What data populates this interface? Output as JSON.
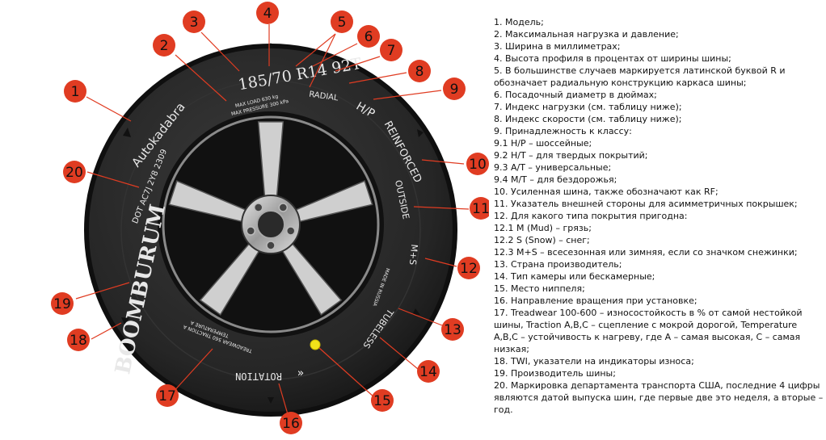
{
  "tire": {
    "size": "185/70 R14 92T",
    "load_line_1": "MAX LOAD 630 kg",
    "load_line_2": "MAX PRESSURE 300 kPa",
    "construction": "RADIAL",
    "class_code": "H/P",
    "reinforced": "REINFORCED",
    "outside": "OUTSIDE",
    "season": "M+S",
    "country": "MADE IN RUSSIA",
    "tubeless": "TUBELESS",
    "rotation": "ROTATION",
    "treadwear_line_1": "TREADWEAR 560 TRACTION A",
    "treadwear_line_2": "TEMPERATURE A",
    "brand": "BOOMBURUM",
    "dot": "DOT AC7J 2Y8 2309",
    "model": "Autokadabra"
  },
  "callouts": [
    "1",
    "2",
    "3",
    "4",
    "5",
    "6",
    "7",
    "8",
    "9",
    "10",
    "11",
    "12",
    "13",
    "14",
    "15",
    "16",
    "17",
    "18",
    "19",
    "20"
  ],
  "colors": {
    "callout": "#e03c22",
    "tire": "#2b2b2b",
    "rim": "#1a1a1a",
    "valve": "#f2e21a"
  },
  "legend": [
    "1. Модель;",
    "2. Максимальная нагрузка и давление;",
    "3. Ширина в миллиметрах;",
    "4. Высота профиля в процентах от ширины шины;",
    "5. В большинстве случаев маркируется латинской буквой R и обозначает радиальную конструкцию каркаса шины;",
    "6. Посадочный диаметр в дюймах;",
    "7. Индекс нагрузки (см. таблицу ниже);",
    "8. Индекс скорости (см. таблицу ниже);",
    "9. Принадлежность к классу:",
    "9.1 H/P – шоссейные;",
    "9.2 H/T – для твердых покрытий;",
    "9.3 A/T – универсальные;",
    "9.4 M/T – для бездорожья;",
    "10. Усиленная шина, также обозначают как RF;",
    "11. Указатель внешней стороны для асимметричных покрышек;",
    "12. Для какого типа покрытия пригодна:",
    "12.1 M (Mud) – грязь;",
    "12.2 S (Snow) – снег;",
    "12.3 M+S – всесезонная или зимняя, если со значком снежинки;",
    "13. Страна производитель;",
    "14. Тип камеры или бескамерные;",
    "15. Место ниппеля;",
    "16. Направление вращения при установке;",
    "17. Treadwear 100-600 – износостойкость в % от самой нестойкой шины, Traction A,B,C – сцепление с мокрой дорогой, Temperature A,B,C – устойчивость к нагреву, где А – самая высокая, С – самая низкая;",
    "18. TWI, указатели на индикаторы износа;",
    "19. Производитель шины;",
    "20. Маркировка департамента транспорта США, последние 4 цифры являются датой выпуска шин, где первые две это неделя, а вторые – год."
  ]
}
